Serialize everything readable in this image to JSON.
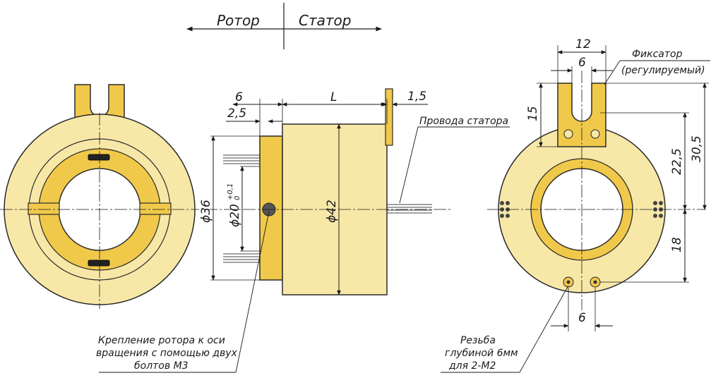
{
  "header": {
    "rotor": "Ротор",
    "stator": "Статор"
  },
  "dimensions": {
    "d6_top": "6",
    "d2_5": "2,5",
    "dL": "L",
    "d1_5": "1,5",
    "d36": "ϕ36",
    "d20": "ϕ20",
    "d20_tol_upper": "+0,1",
    "d20_tol_lower": "0",
    "d42": "ϕ42",
    "d12": "12",
    "d6_tab": "6",
    "d15": "15",
    "d22_5": "22,5",
    "d30_5": "30,5",
    "d18": "18",
    "d6_bottom": "6"
  },
  "labels": {
    "stator_wires": "Провода статора",
    "fixator_line1": "Фиксатор",
    "fixator_line2": "(регулируемый)",
    "rotor_mount_line1": "Крепление ротора к оси",
    "rotor_mount_line2": "вращения с помощью двух",
    "rotor_mount_line3": "болтов М3",
    "thread_line1": "Резьба",
    "thread_line2": "глубиной 6мм",
    "thread_line3": "для 2-М2"
  },
  "colors": {
    "body": "#f8e8a8",
    "ring": "#f1c94a",
    "outline": "#2a2a2a",
    "line": "#1a1a1a"
  }
}
